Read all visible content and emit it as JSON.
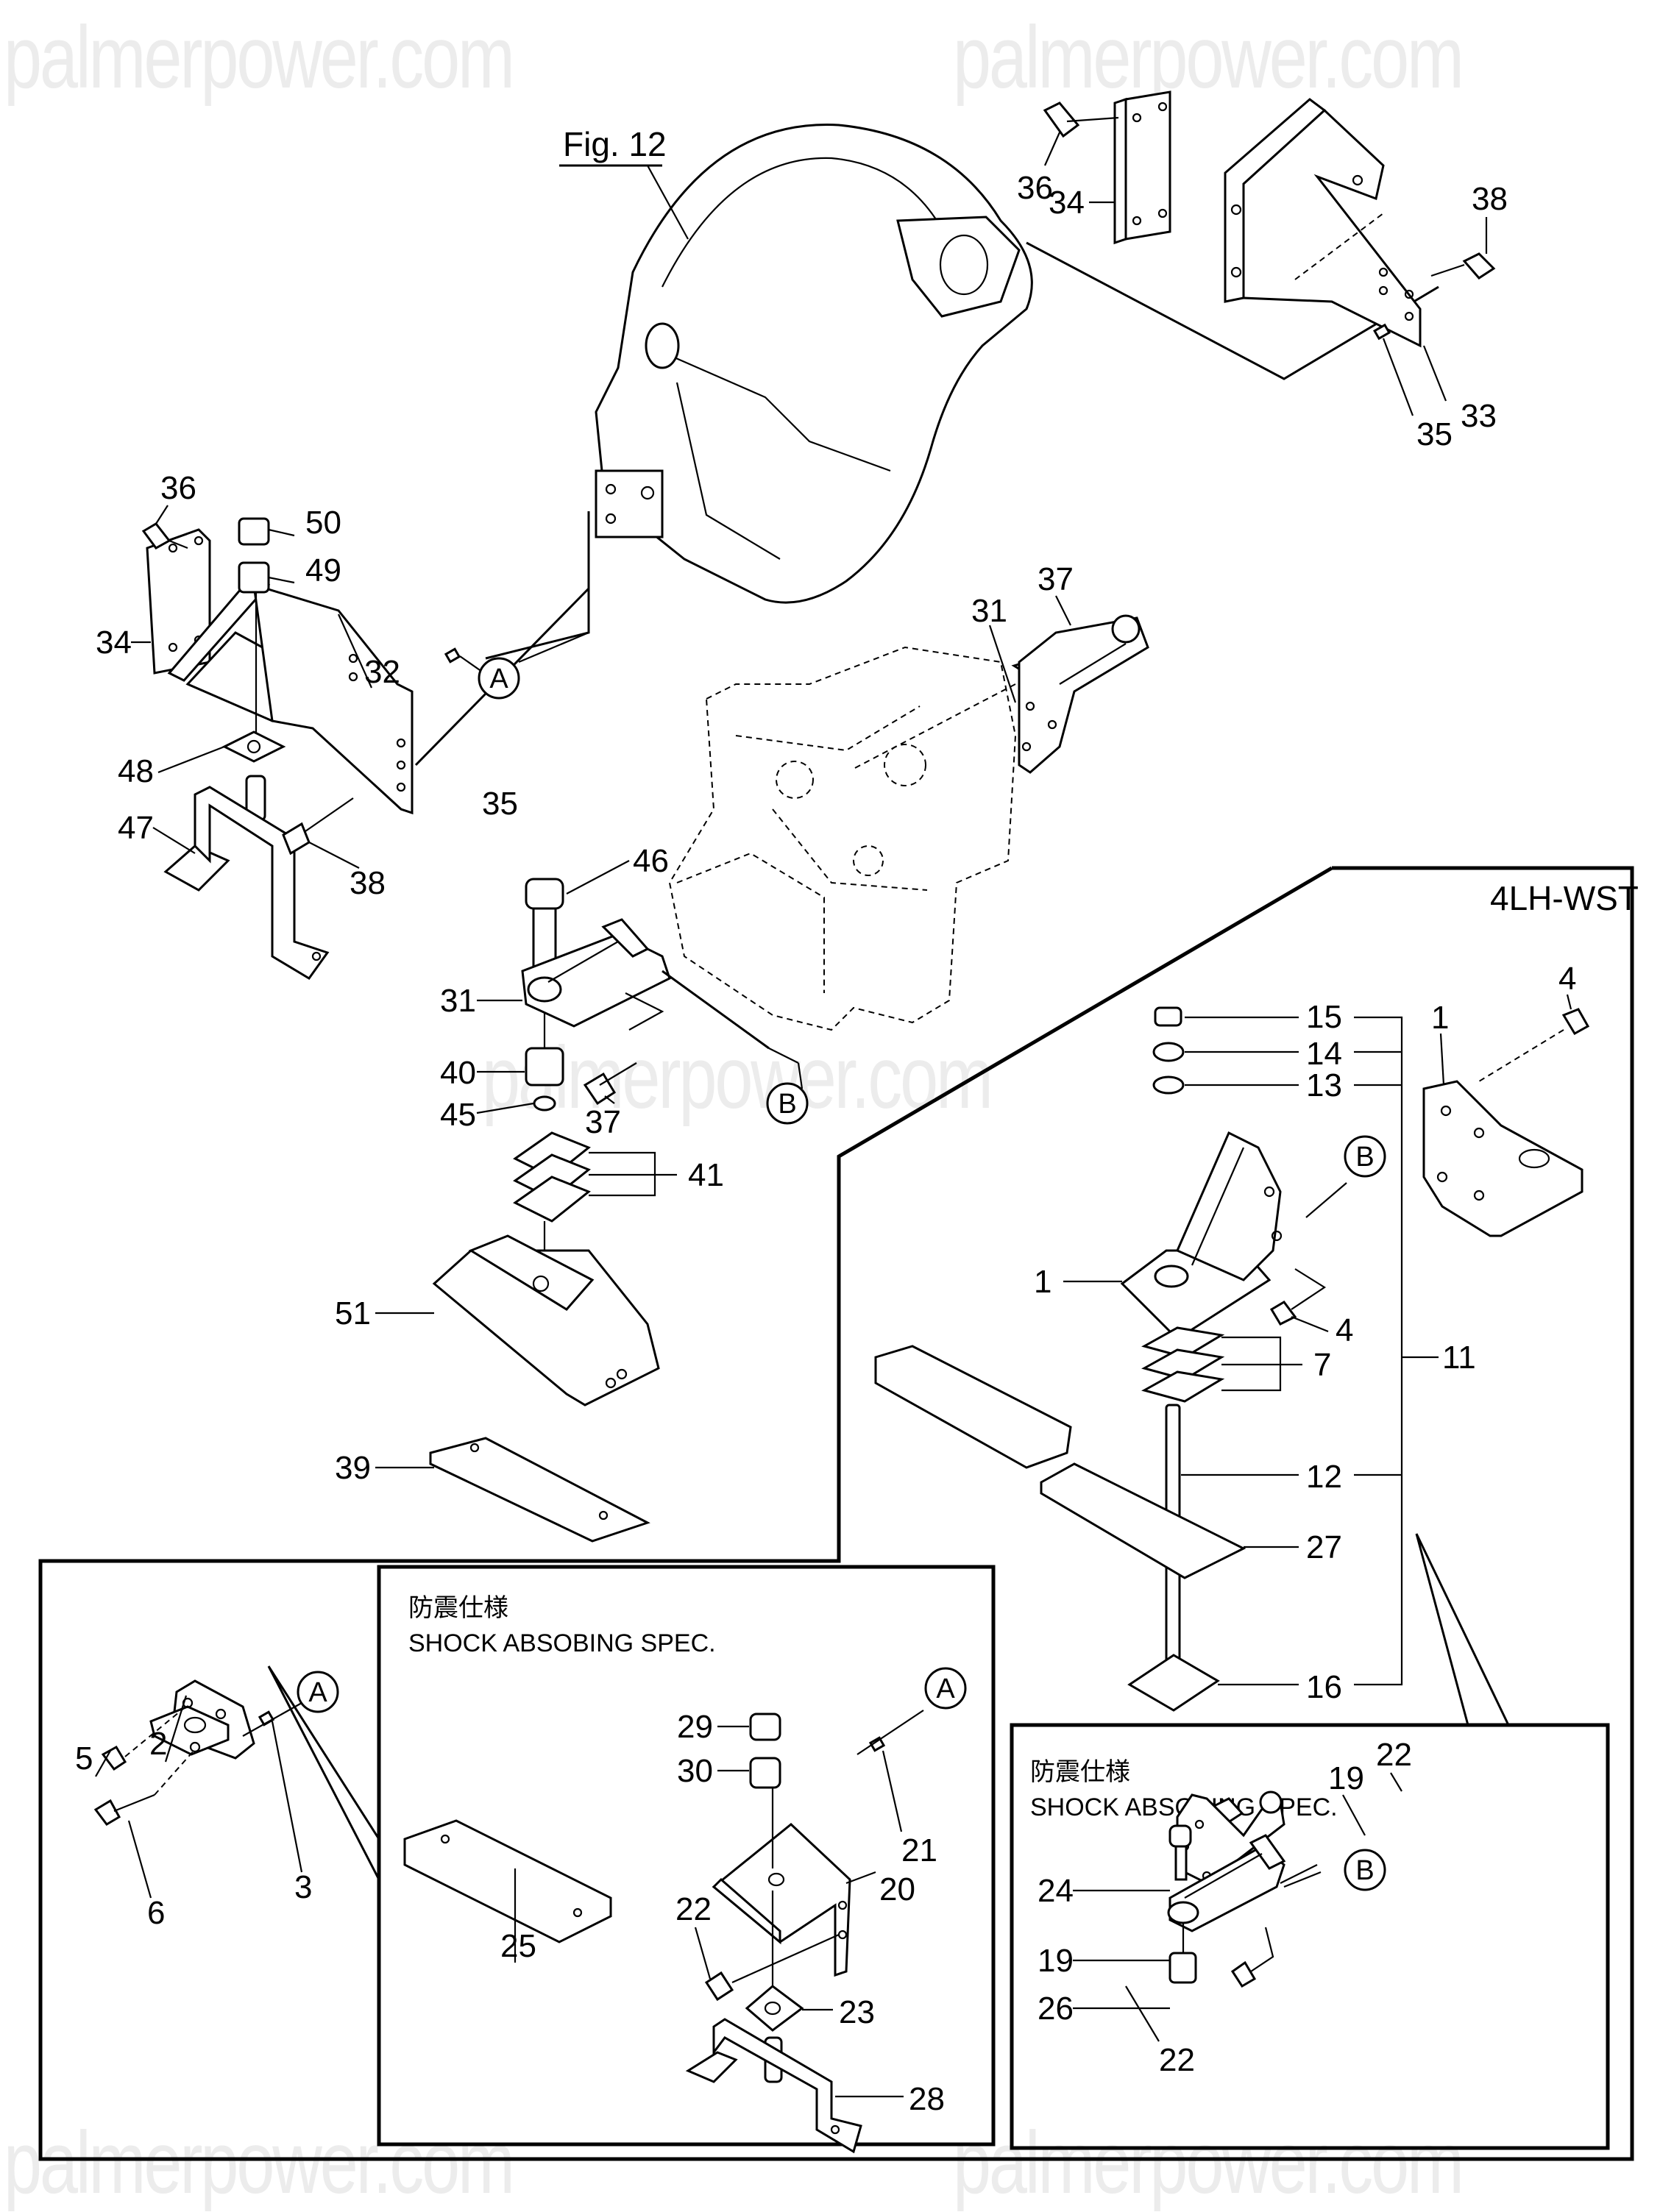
{
  "watermark": "palmerpower.com",
  "figure_ref": "Fig. 12",
  "model_label": "4LH-WST",
  "shock_spec": {
    "jp": "防震仕様",
    "en": "SHOCK ABSOBING SPEC."
  },
  "callouts": {
    "A": "A",
    "B": "B"
  },
  "labels": {
    "top_right": [
      "36",
      "34",
      "38",
      "35",
      "33"
    ],
    "left_upper": [
      "36",
      "50",
      "49",
      "34",
      "32",
      "48",
      "35",
      "47",
      "38"
    ],
    "center": [
      "37",
      "31",
      "46",
      "31",
      "40",
      "45",
      "37",
      "41",
      "51",
      "39"
    ],
    "wst": [
      "4",
      "1",
      "15",
      "14",
      "13",
      "1",
      "4",
      "7",
      "11",
      "12",
      "27",
      "16"
    ],
    "left_lower": [
      "2",
      "5",
      "3",
      "6"
    ],
    "shock_box_1": [
      "29",
      "30",
      "22",
      "21",
      "20",
      "23",
      "25",
      "28"
    ],
    "shock_box_2": [
      "22",
      "19",
      "24",
      "19",
      "26",
      "22"
    ]
  }
}
